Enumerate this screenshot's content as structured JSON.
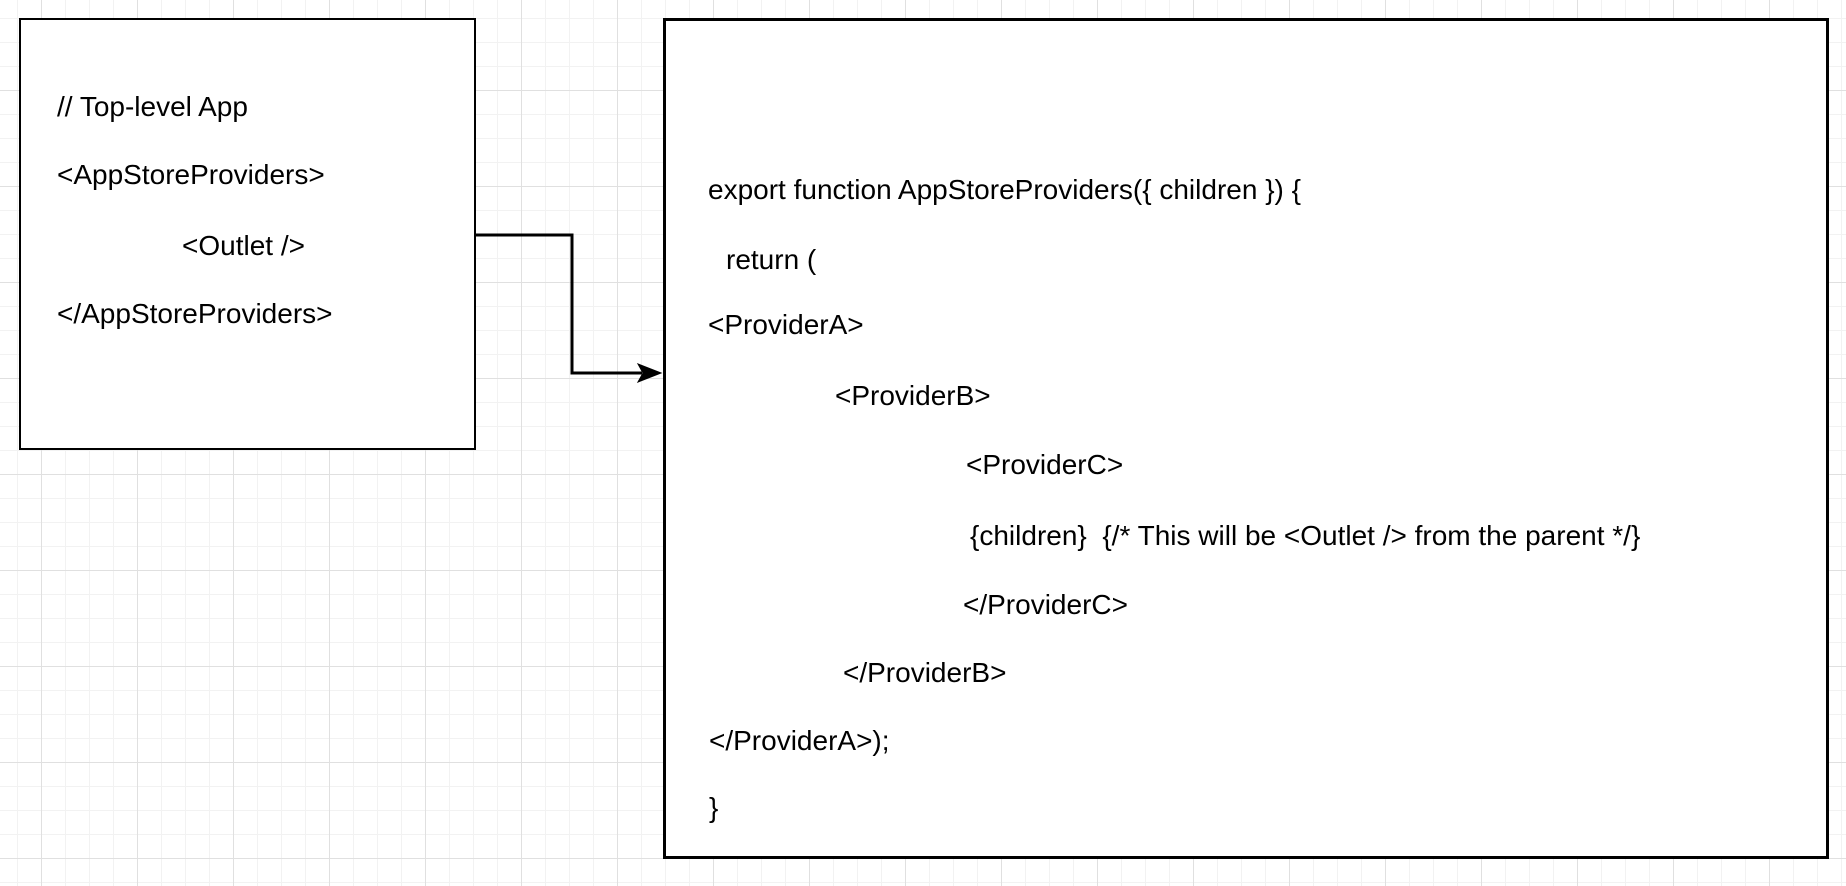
{
  "canvas": {
    "background_color": "#ffffff",
    "grid_minor_color": "#f2f2f2",
    "grid_major_color": "#e0e0e0",
    "shape_border_color": "#000000",
    "text_color": "#000000"
  },
  "left_box": {
    "lines": [
      "// Top-level App",
      "<AppStoreProviders>",
      "<Outlet />",
      "</AppStoreProviders>"
    ]
  },
  "right_box": {
    "lines": [
      "export function AppStoreProviders({ children }) {",
      "return (",
      "<ProviderA>",
      "<ProviderB>",
      "<ProviderC>",
      "{children}  {/* This will be <Outlet /> from the parent */}",
      "</ProviderC>",
      "</ProviderB>",
      "</ProviderA>);",
      "}"
    ]
  },
  "connector": {
    "style": "elbow-arrow",
    "color": "#000000"
  }
}
